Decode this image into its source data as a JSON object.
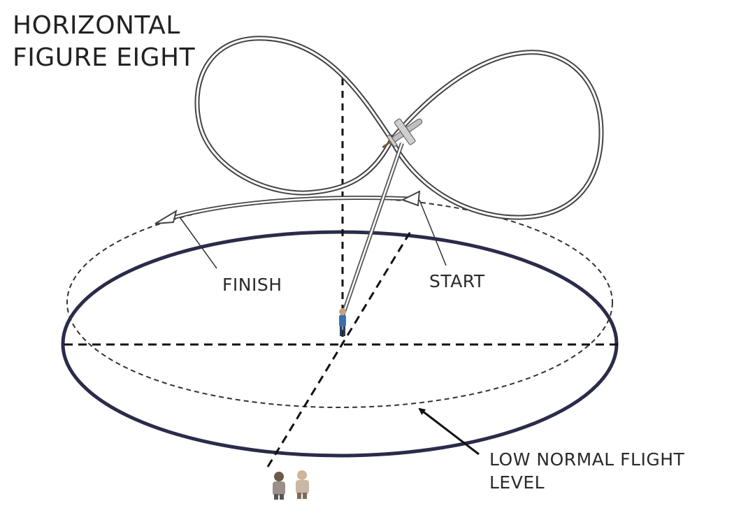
{
  "title": {
    "line1": "HORIZONTAL",
    "line2": "FIGURE EIGHT"
  },
  "labels": {
    "finish": "FINISH",
    "start": "START",
    "level_line1": "LOW NORMAL FLIGHT",
    "level_line2": "LEVEL"
  },
  "colors": {
    "ground_ellipse": "#2b2b4a",
    "lines": "#1a1a1a",
    "path": "#444444",
    "pilot_shirt": "#3d6fb0"
  },
  "icons": [
    "airplane-icon",
    "pilot-icon",
    "spectators-icon"
  ]
}
